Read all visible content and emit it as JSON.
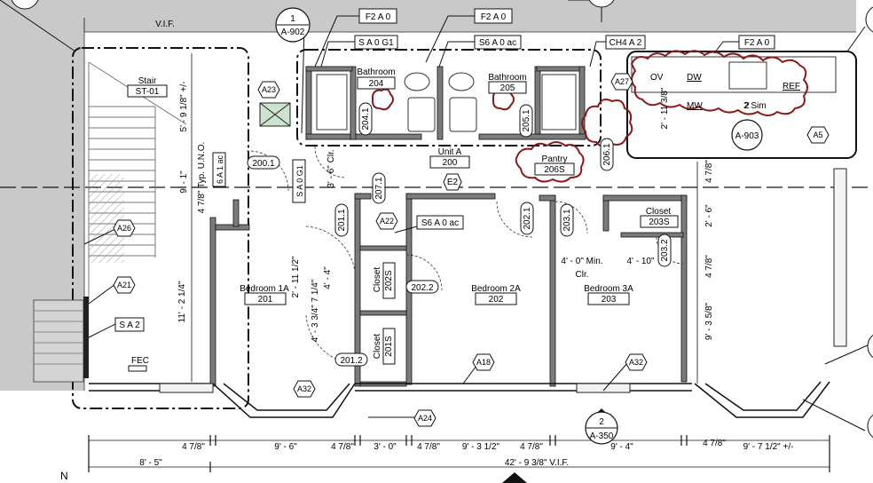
{
  "rooms": [
    {
      "key": "bath204",
      "name": "Bathroom",
      "number": "204"
    },
    {
      "key": "bath205",
      "name": "Bathroom",
      "number": "205"
    },
    {
      "key": "unit",
      "name": "Unit A",
      "number": "200"
    },
    {
      "key": "pantry",
      "name": "Pantry",
      "number": "206S"
    },
    {
      "key": "closet203",
      "name": "Closet",
      "number": "203S"
    },
    {
      "key": "bed1",
      "name": "Bedroom 1A",
      "number": "201"
    },
    {
      "key": "bed2",
      "name": "Bedroom 2A",
      "number": "202"
    },
    {
      "key": "bed3",
      "name": "Bedroom 3A",
      "number": "203"
    },
    {
      "key": "stair",
      "name": "Stair",
      "number": "ST-01"
    }
  ],
  "closets_vertical": [
    {
      "key": "closet202",
      "name": "Closet",
      "number": "202S"
    },
    {
      "key": "closet201",
      "name": "Closet",
      "number": "201S"
    }
  ],
  "wall_types": [
    "F2 A 0",
    "F2 A 0",
    "S A 0 G1",
    "S6 A 0 ac",
    "CH4 A 2",
    "F2 A 0",
    "S A 0 G1",
    "6 A 1 ac",
    "S6 A 0 ac",
    "S A 2"
  ],
  "door_tags": [
    "200.1",
    "204.1",
    "205.1",
    "206.1",
    "207.1",
    "201.1",
    "202.2",
    "202.1",
    "203.1",
    "203.2",
    "201.2"
  ],
  "keynotes": [
    "A23",
    "A27",
    "A5",
    "A22",
    "A26",
    "A21",
    "A32",
    "A18",
    "A32",
    "A24"
  ],
  "callouts": {
    "detail_1": {
      "num": "1",
      "sheet": "A-902"
    },
    "detail_2": {
      "num": "2",
      "sheet": "A-903"
    },
    "section_2": {
      "num": "2",
      "sheet": "A-350"
    },
    "e2": "E2"
  },
  "equipment": {
    "dw": "DW",
    "ov": "OV",
    "mw": "MW",
    "ref": "REF",
    "sim": "2 Sim",
    "fec": "FEC"
  },
  "dimensions": {
    "vif_top": "V.I.F.",
    "stair_dim": "5' - 9 1/8\" +/-",
    "left_vert_1": "9' - 1\"",
    "left_vert_2": "4 7/8\" Typ. U.N.O.",
    "clr_6": "3' - 6\" Clr.",
    "b1_a": "2' - 11 1/2\"",
    "b1_b": "4' - 4\"",
    "b1_c": "4' - 3 3/4\" 7 1/4\"",
    "left_11": "11' - 2 1/4\"",
    "pantry_a": "2' - 11 3/8\"",
    "right_47": "4 7/8\"",
    "right_26": "2' - 6\"",
    "right_47b": "4 7/8\"",
    "right_935": "9' - 3 5/8\"",
    "min_clr_1": "4' - 0\" Min.",
    "min_clr_2": "Clr.",
    "dim_410": "4' - 10\"",
    "bottom_row": [
      "4 7/8\"",
      "9' - 6\"",
      "4 7/8\"",
      "3' - 0\"",
      "4 7/8\"",
      "9' - 3 1/2\"",
      "4 7/8\"",
      "9' - 4\"",
      "4 7/8\"",
      "9' - 7 1/2\" +/-"
    ],
    "overall_left": "8' - 5\"",
    "overall_total": "42' - 9 3/8\" V.I.F."
  },
  "north": "N"
}
